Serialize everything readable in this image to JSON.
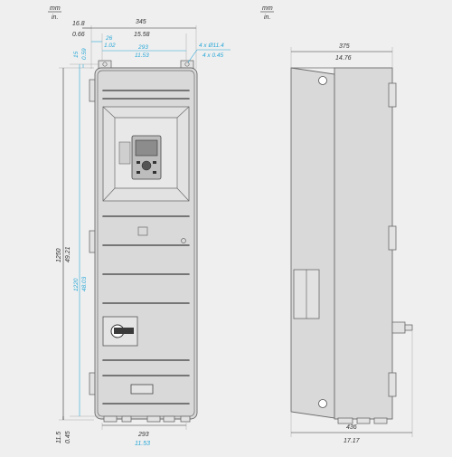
{
  "units": {
    "metric": "mm",
    "imperial": "in."
  },
  "colors": {
    "dimension_primary": "#333333",
    "dimension_secondary": "#29a8d8",
    "housing": "#d9d9d9",
    "background": "#efefef"
  },
  "front_view": {
    "overall_width": {
      "mm": "345",
      "in": "15.58"
    },
    "left_offset": {
      "mm": "16.8",
      "in": "0.66"
    },
    "inner_offset": {
      "mm": "26",
      "in": "1.02"
    },
    "hole_spacing_top": {
      "mm": "293",
      "in": "11.53"
    },
    "holes": {
      "mm": "4 x Ø11.4",
      "in": "4 x 0.45"
    },
    "top_margin": {
      "mm": "15",
      "in": "0.59"
    },
    "overall_height": {
      "mm": "1250",
      "in": "49.21"
    },
    "hole_spacing_vertical": {
      "mm": "1220",
      "in": "48.03"
    },
    "bottom_margin": {
      "mm": "11.5",
      "in": "0.45"
    },
    "hole_spacing_bottom": {
      "mm": "293",
      "in": "11.53"
    }
  },
  "side_view": {
    "depth": {
      "mm": "375",
      "in": "14.76"
    },
    "total_depth": {
      "mm": "436",
      "in": "17.17"
    }
  }
}
